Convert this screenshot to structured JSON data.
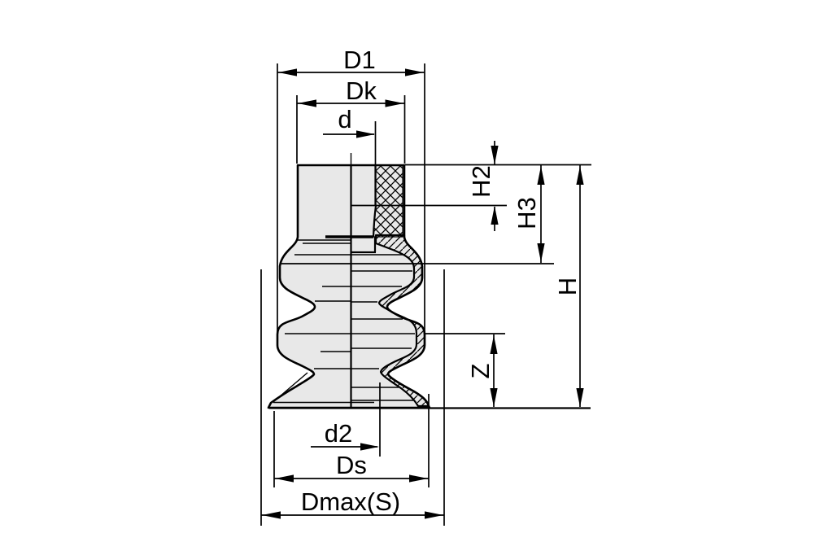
{
  "drawing": {
    "type": "technical-dimension-drawing",
    "subject": "bellows-suction-cup-cross-section",
    "colors": {
      "background": "#ffffff",
      "part_fill": "#e8e8e8",
      "line": "#000000"
    },
    "labels": {
      "d1": "D1",
      "dk": "Dk",
      "d": "d",
      "h2": "H2",
      "h3": "H3",
      "h": "H",
      "z": "Z",
      "d2": "d2",
      "ds": "Ds",
      "dmax": "Dmax(S)"
    }
  }
}
